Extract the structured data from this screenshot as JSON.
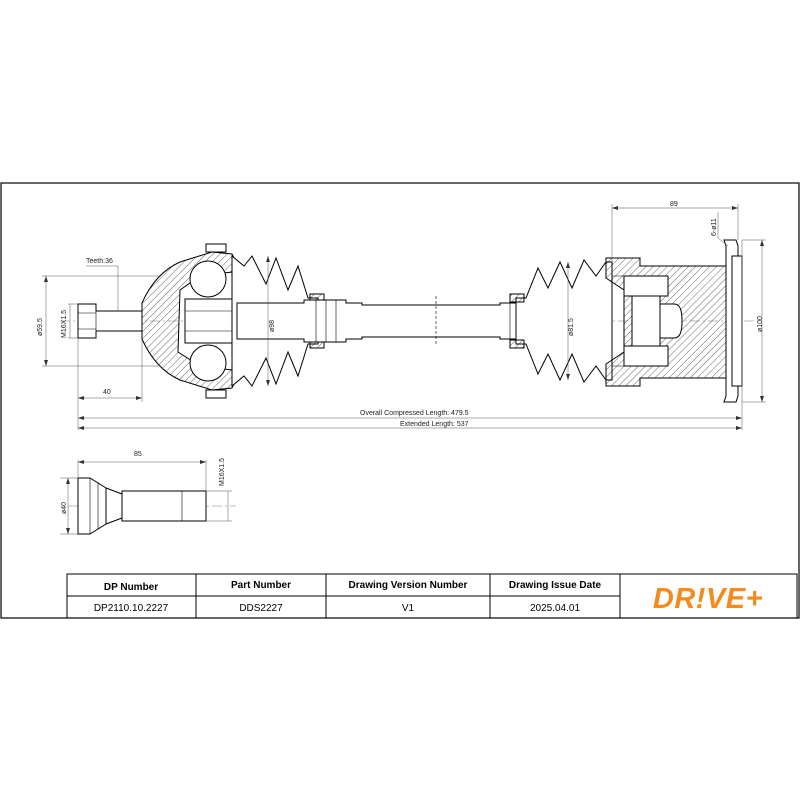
{
  "shaft_dimensions": {
    "teeth": "Teeth:36",
    "thread_outer": "M16X1.5",
    "dia_outer": "ø59.5",
    "outer_length": "40",
    "dia_boot": "ø98",
    "dia_inner": "ø81.5",
    "dia_flange": "ø100",
    "flange_width": "89",
    "flange_holes": "6-ø11",
    "overall_length": "Overall Compressed Length: 479.5",
    "extended_length": "Extended Length: 537"
  },
  "bolt_dimensions": {
    "length": "85",
    "thread": "M16X1.5",
    "dia_head": "ø40"
  },
  "title_block": {
    "headers": [
      "DP Number",
      "Part Number",
      "Drawing Version Number",
      "Drawing Issue Date"
    ],
    "values": [
      "DP2110.10.2227",
      "DDS2227",
      "V1",
      "2025.04.01"
    ]
  },
  "brand": {
    "logo_text": "DR!VE+",
    "color": "#f28c1f"
  }
}
